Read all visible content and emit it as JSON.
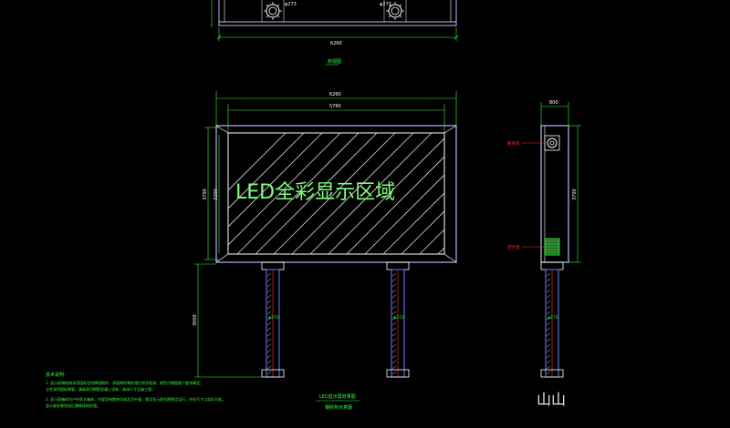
{
  "colors": {
    "background": "#000000",
    "frame": "#b5b5ff",
    "inner": "#ffffff",
    "dimension": "#33ff33",
    "hatch": "#d9d9d9",
    "post": "#7777ff",
    "accent": "#ff3333"
  },
  "top_view": {
    "width_dim": "6260",
    "caption": "俯视图",
    "bolt_label_left": "φ273",
    "bolt_label_right": "φ273"
  },
  "front_view": {
    "outer_width": "6260",
    "inner_width": "5760",
    "outer_height": "3700",
    "inner_height": "3200",
    "post_height": "3000",
    "display_label": "LED全彩显示区域",
    "post_label_left": "φ273",
    "post_label_right": "φ273"
  },
  "side_view": {
    "width_dim": "800",
    "height_dim": "3700",
    "label_fan": "散热风",
    "label_vent": "百叶窗",
    "post_label": "φ273"
  },
  "notes": {
    "heading": "技术说明:",
    "lines": [
      "1. 显示屏钢结构采用国标型材焊接制作，表面做防锈处理后喷涂面漆，颜色可根据客户要求确定；",
      "  立柱采用国标钢管，基础采用钢筋混凝土浇筑，具体尺寸见施工图；",
      "2. 显示屏箱体为户外防水箱体，内部设有散热风扇及百叶窗，保证显示屏长期稳定运行，外形尺寸以实际为准。",
      "  显示屏安装完成后需做接地处理。"
    ]
  },
  "title_block": {
    "title": "LED显示屏效果图",
    "subtitle": "钢结构示意图"
  },
  "watermark": "山山"
}
